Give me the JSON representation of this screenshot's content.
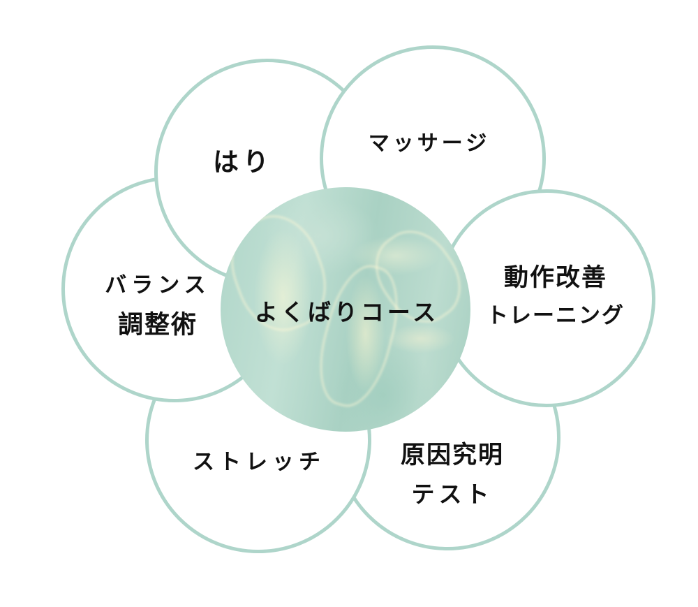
{
  "diagram": {
    "center": {
      "label": "よくばりコース"
    },
    "petals": [
      {
        "id": "cause-test",
        "lines": [
          "原因究明",
          "テスト"
        ]
      },
      {
        "id": "stretch",
        "lines": [
          "ストレッチ"
        ]
      },
      {
        "id": "balance",
        "lines": [
          "バランス",
          "調整術"
        ]
      },
      {
        "id": "hari",
        "lines": [
          "はり"
        ]
      },
      {
        "id": "massage",
        "lines": [
          "マッサージ"
        ]
      },
      {
        "id": "movement-training",
        "lines": [
          "動作改善",
          "トレーニング"
        ]
      }
    ],
    "colors": {
      "petal_border": "#aed5ca",
      "petal_fill": "#ffffff",
      "center_fill": "#b0d6c9",
      "text": "#111111"
    }
  }
}
